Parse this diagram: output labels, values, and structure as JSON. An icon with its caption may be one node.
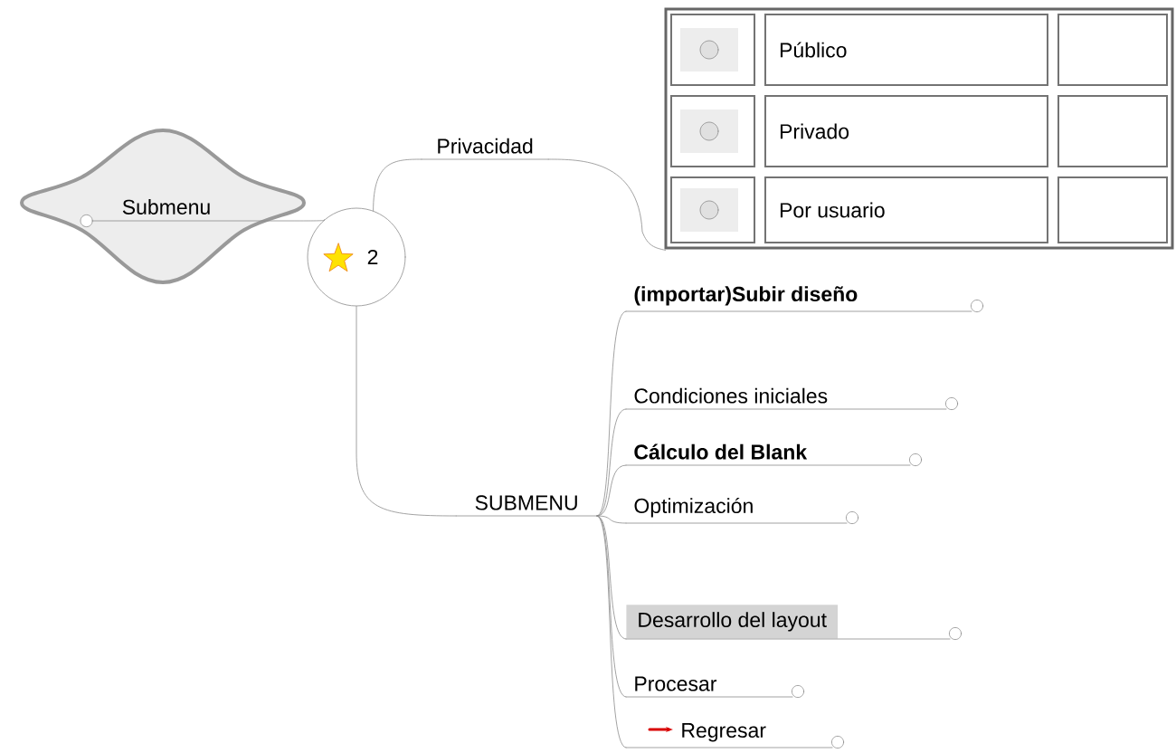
{
  "diagram": {
    "nodes": [
      {
        "text": [
          "Submenu"
        ]
      },
      {
        "text": [
          "2"
        ]
      },
      {
        "text": [
          "Privacidad"
        ]
      },
      {
        "text": [
          "Público",
          "Privado",
          "Por usuario"
        ]
      },
      {
        "text": [
          "SUBMENU"
        ]
      },
      {
        "text": [
          "(importar)Subir diseño"
        ]
      },
      {
        "text": [
          "Condiciones iniciales"
        ]
      },
      {
        "text": [
          "Cálculo del Blank"
        ]
      },
      {
        "text": [
          "Optimización"
        ]
      },
      {
        "text": [
          "Desarrollo del layout"
        ]
      },
      {
        "text": [
          "Procesar"
        ]
      },
      {
        "text": [
          "Regresar"
        ]
      },
      {
        "text": [],
        "shape": "circle",
        "in": 0
      }
    ],
    "edges": [
      {
        "from": 12,
        "to": 1,
        "arrow": "none"
      },
      {
        "from": 1,
        "to": 2,
        "arrow": "none"
      },
      {
        "from": 2,
        "to": 3,
        "arrow": "none"
      },
      {
        "from": 1,
        "to": 4,
        "arrow": "none"
      },
      {
        "from": 4,
        "to": 5,
        "arrow": "none"
      },
      {
        "from": 4,
        "to": 6,
        "arrow": "none"
      },
      {
        "from": 4,
        "to": 7,
        "arrow": "none"
      },
      {
        "from": 4,
        "to": 8,
        "arrow": "none"
      },
      {
        "from": 4,
        "to": 9,
        "arrow": "none"
      },
      {
        "from": 4,
        "to": 10,
        "arrow": "none"
      },
      {
        "from": 4,
        "to": 11,
        "arrow": "none"
      }
    ]
  }
}
